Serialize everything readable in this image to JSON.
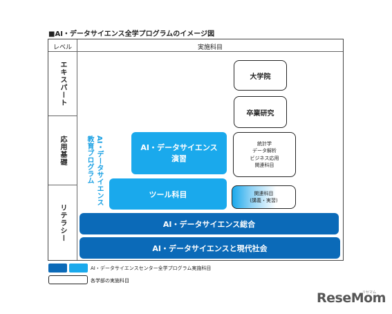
{
  "title": "■AI・データサイエンス全学プログラムのイメージ図",
  "header": {
    "level": "レベル",
    "subjects": "実施科目"
  },
  "levels": [
    "エキスパート",
    "応用基礎",
    "リテラシー"
  ],
  "program_label": "AI・データサイエンス 教育プログラム",
  "program_label_lines": [
    "AI・データサイエンス",
    "教育プログラム"
  ],
  "boxes": {
    "graduate": "大学院",
    "graduation_research": "卒業研究",
    "exercise_lines": [
      "AI・データサイエンス",
      "演習"
    ],
    "statistics_lines": [
      "統計学",
      "データ解析",
      "ビジネス応用",
      "関連科目"
    ],
    "tool": "ツール科目",
    "related_lines": [
      "関連科目",
      "(講義・実習)"
    ],
    "general": "AI・データサイエンス総合",
    "modern_society": "AI・データサイエンスと現代社会"
  },
  "legend": {
    "center": "AI・データサイエンスセンター全学プログラム実施科目",
    "faculty": "各学部の実施科目"
  },
  "brand": {
    "logo": "ReseMom",
    "sub": "リセマム"
  },
  "colors": {
    "cyan": "#1aa9ec",
    "navy": "#0b6ab8",
    "program_label": "#1aa0e3"
  }
}
